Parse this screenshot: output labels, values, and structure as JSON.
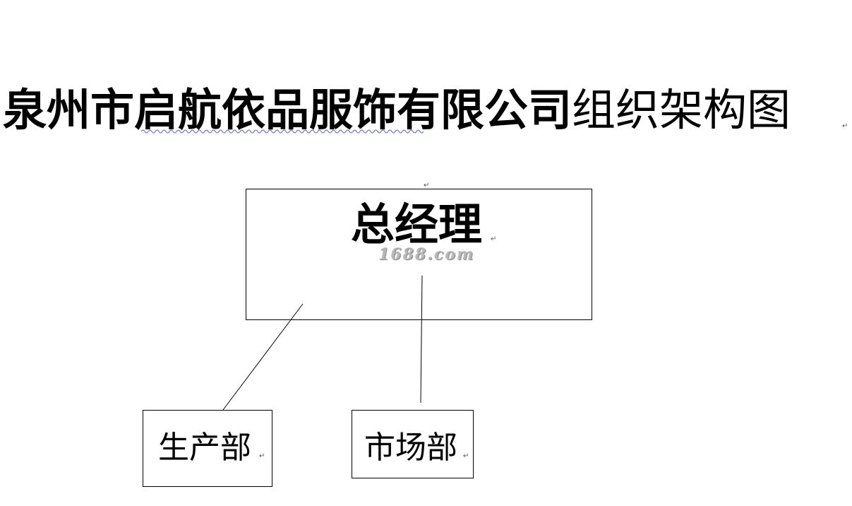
{
  "title": {
    "company": "泉州市启航依品服饰有限公司",
    "suffix": "组织架构图"
  },
  "chart": {
    "root": {
      "label": "总经理"
    },
    "children": [
      {
        "label": "生产部"
      },
      {
        "label": "市场部"
      }
    ]
  },
  "watermark": "1688.com",
  "paragraph_mark": "↵"
}
